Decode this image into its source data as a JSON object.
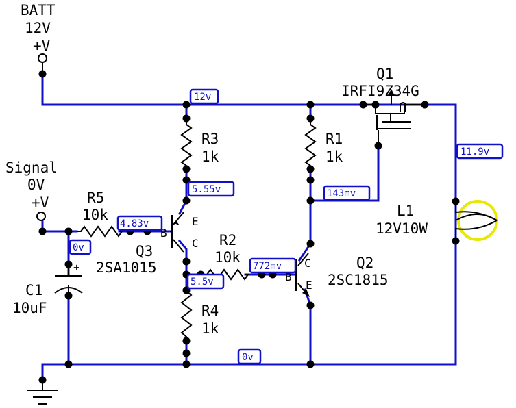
{
  "components": {
    "batt": {
      "name": "BATT",
      "value": "12V",
      "pin": "+V"
    },
    "signal": {
      "name": "Signal",
      "value": "0V",
      "pin": "+V"
    },
    "r1": {
      "name": "R1",
      "value": "1k"
    },
    "r2": {
      "name": "R2",
      "value": "10k"
    },
    "r3": {
      "name": "R3",
      "value": "1k"
    },
    "r4": {
      "name": "R4",
      "value": "1k"
    },
    "r5": {
      "name": "R5",
      "value": "10k"
    },
    "c1": {
      "name": "C1",
      "value": "10uF",
      "polarity": "+"
    },
    "q1": {
      "name": "Q1",
      "part": "IRFI9Z34G"
    },
    "q2": {
      "name": "Q2",
      "part": "2SC1815",
      "b": "B",
      "c": "C",
      "e": "E"
    },
    "q3": {
      "name": "Q3",
      "part": "2SA1015",
      "b": "B",
      "c": "C",
      "e": "E"
    },
    "l1": {
      "name": "L1",
      "value": "12V10W"
    }
  },
  "probes": {
    "top_rail": "12v",
    "lamp": "11.9v",
    "r3_bottom": "5.55v",
    "r1_bottom": "143mv",
    "r5_right": "4.83v",
    "signal_node": "0v",
    "r2_right": "772mv",
    "r4_top": "5.5v",
    "ground": "0v"
  },
  "colors": {
    "wire": "#1010c8",
    "lamp_ring": "#e8e800",
    "component": "#000000"
  }
}
